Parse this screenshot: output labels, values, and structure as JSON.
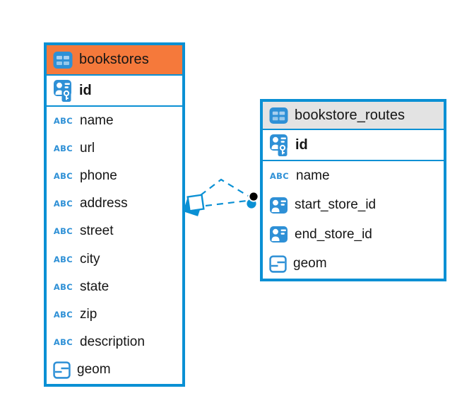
{
  "colors": {
    "blue": "#0A90D4",
    "icon_blue": "#2E90D6",
    "icon_cell_light": "#A9D0EF",
    "header_orange": "#F5793B",
    "header_gray": "#E3E3E3",
    "text": "#151515",
    "canvas_bg": "#FFFFFF"
  },
  "diagram": {
    "abc_icon_text": "ABC",
    "tables": [
      {
        "name": "bookstores",
        "header_theme": "orange",
        "primary_key": {
          "name": "id"
        },
        "columns": [
          {
            "name": "name",
            "type_icon": "text-abc-icon"
          },
          {
            "name": "url",
            "type_icon": "text-abc-icon"
          },
          {
            "name": "phone",
            "type_icon": "text-abc-icon"
          },
          {
            "name": "address",
            "type_icon": "text-abc-icon"
          },
          {
            "name": "street",
            "type_icon": "text-abc-icon"
          },
          {
            "name": "city",
            "type_icon": "text-abc-icon"
          },
          {
            "name": "state",
            "type_icon": "text-abc-icon"
          },
          {
            "name": "zip",
            "type_icon": "text-abc-icon"
          },
          {
            "name": "description",
            "type_icon": "text-abc-icon"
          },
          {
            "name": "geom",
            "type_icon": "geometry-icon"
          }
        ]
      },
      {
        "name": "bookstore_routes",
        "header_theme": "gray",
        "primary_key": {
          "name": "id"
        },
        "columns": [
          {
            "name": "name",
            "type_icon": "text-abc-icon"
          },
          {
            "name": "start_store_id",
            "type_icon": "person-ref-icon"
          },
          {
            "name": "end_store_id",
            "type_icon": "person-ref-icon"
          },
          {
            "name": "geom",
            "type_icon": "geometry-icon"
          }
        ]
      }
    ],
    "relationships": [
      {
        "from": "bookstores",
        "to": "bookstore_routes",
        "column": "start_store_id",
        "style": "dashed"
      },
      {
        "from": "bookstores",
        "to": "bookstore_routes",
        "column": "end_store_id",
        "style": "dashed"
      }
    ]
  }
}
